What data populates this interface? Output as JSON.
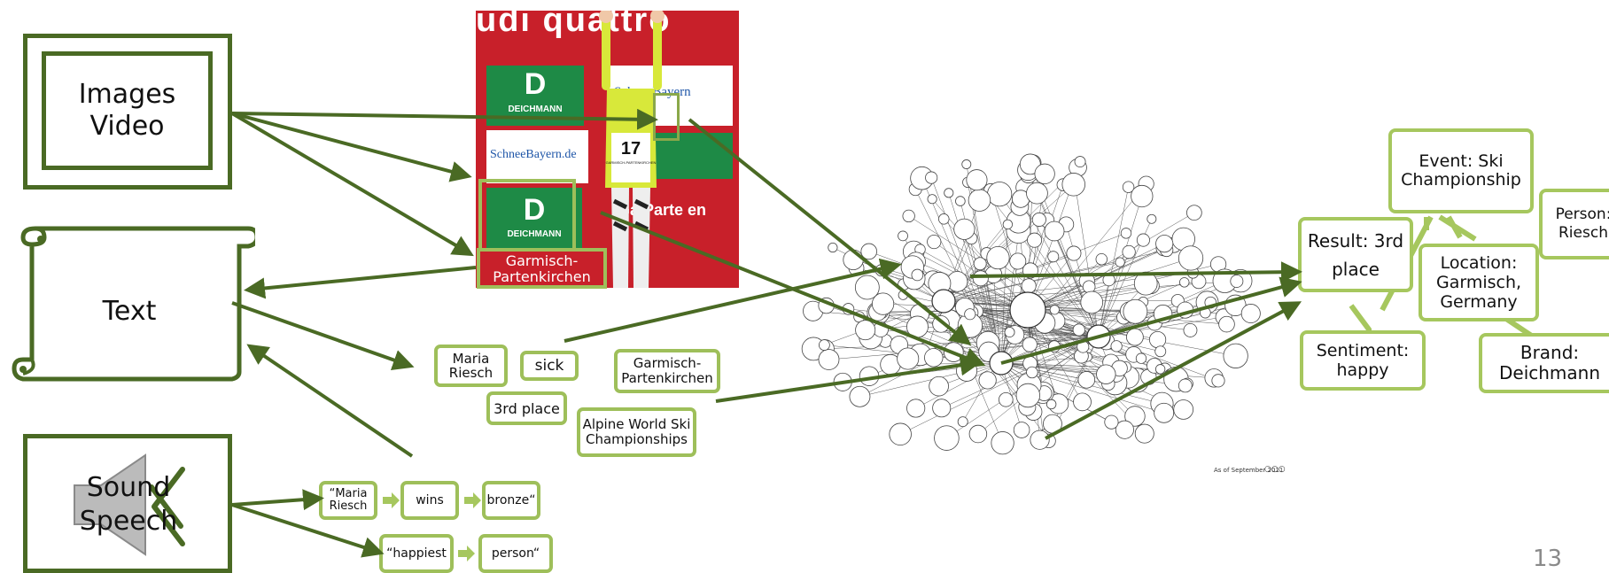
{
  "colors": {
    "dark_green": "#4a6a24",
    "light_green": "#9ebf5a",
    "photo_red": "#c8202a",
    "sponsor_green": "#1e8a46"
  },
  "sources": {
    "images_video": {
      "line1": "Images",
      "line2": "Video"
    },
    "text": "Text",
    "sound_speech": {
      "line1": "Sound",
      "line2": "Speech",
      "icon": "speaker-muted-icon"
    }
  },
  "photo": {
    "banner": "udi quattro",
    "sponsor_letter": "D",
    "sponsor_name": "DEICHMANN",
    "schneebayern": "SchneeBayern.de",
    "schneebayern_top": "SchneeBayern",
    "bib_number": "17",
    "bib_text": "GARMISCH-PARTENKIRCHEN",
    "garmisch_partial": "Ga Parte  en",
    "caption_label": "Garmisch-Partenkirchen"
  },
  "text_entities": {
    "maria": "Maria Riesch",
    "sick": "sick",
    "third_place": "3rd place",
    "garmisch": "Garmisch-Partenkirchen",
    "alpine": "Alpine World Ski Championships"
  },
  "speech_tokens": {
    "row1": [
      "“Maria Riesch",
      "wins",
      "bronze“"
    ],
    "row2": [
      "“happiest",
      "person“"
    ]
  },
  "knowledge_graph": {
    "footer": "As of September 2011"
  },
  "profile": {
    "event": "Event: Ski Championship",
    "person": "Person: Riesch",
    "result": "Result: 3rd place",
    "location": "Location: Garmisch, Germany",
    "sentiment": "Sentiment: happy",
    "brand": "Brand: Deichmann"
  },
  "page_number": "13"
}
